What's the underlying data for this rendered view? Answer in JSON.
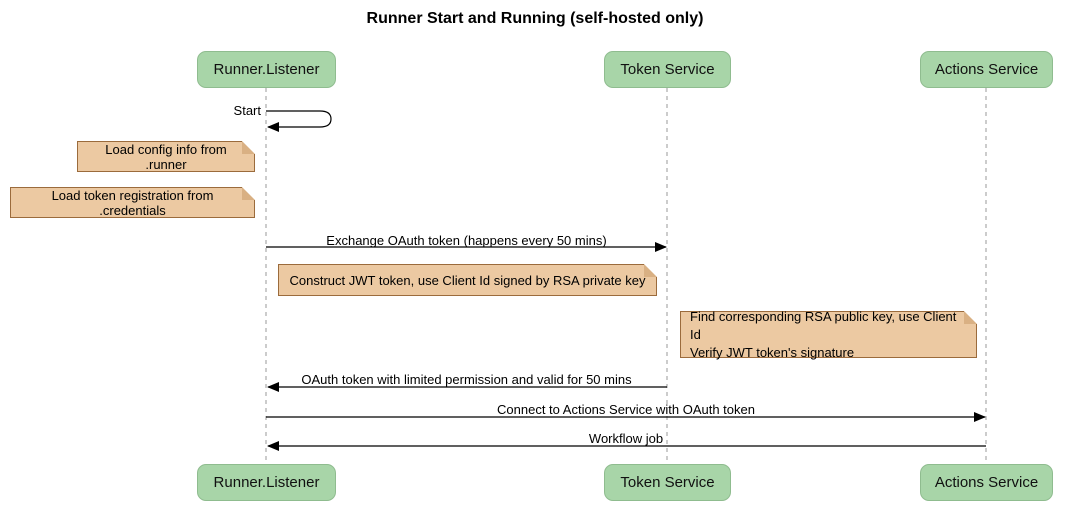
{
  "diagram": {
    "type": "sequence-diagram",
    "title": "Runner Start and Running (self-hosted only)"
  },
  "participants": [
    {
      "label": "Runner.Listener"
    },
    {
      "label": "Token Service"
    },
    {
      "label": "Actions Service"
    }
  ],
  "messages": [
    {
      "label": "Start",
      "from": "Runner.Listener",
      "to": "Runner.Listener",
      "kind": "self"
    },
    {
      "label": "Exchange OAuth token (happens every 50 mins)",
      "from": "Runner.Listener",
      "to": "Token Service",
      "kind": "solid-arrow"
    },
    {
      "label": "OAuth token with limited permission and valid for 50 mins",
      "from": "Token Service",
      "to": "Runner.Listener",
      "kind": "solid-arrow"
    },
    {
      "label": "Connect to Actions Service with OAuth token",
      "from": "Runner.Listener",
      "to": "Actions Service",
      "kind": "solid-arrow"
    },
    {
      "label": "Workflow job",
      "from": "Actions Service",
      "to": "Runner.Listener",
      "kind": "solid-arrow"
    }
  ],
  "notes": [
    {
      "text": "Load config info from .runner",
      "position": "left of Runner.Listener"
    },
    {
      "text": "Load token registration from .credentials",
      "position": "left of Runner.Listener"
    },
    {
      "text": "Construct JWT token, use Client Id signed by RSA private key",
      "position": "between Runner.Listener and Token Service"
    },
    {
      "line1": "Find corresponding RSA public key, use Client Id",
      "line2": "Verify JWT token's signature",
      "position": "between Token Service and Actions Service"
    }
  ],
  "colors": {
    "actor_fill": "#a8d5a8",
    "actor_border": "#8fbc8f",
    "note_fill": "#ecc9a2",
    "note_border": "#9b6b3c",
    "note_fold": "#d9b083",
    "lifeline": "#999999",
    "arrow": "#000000"
  }
}
